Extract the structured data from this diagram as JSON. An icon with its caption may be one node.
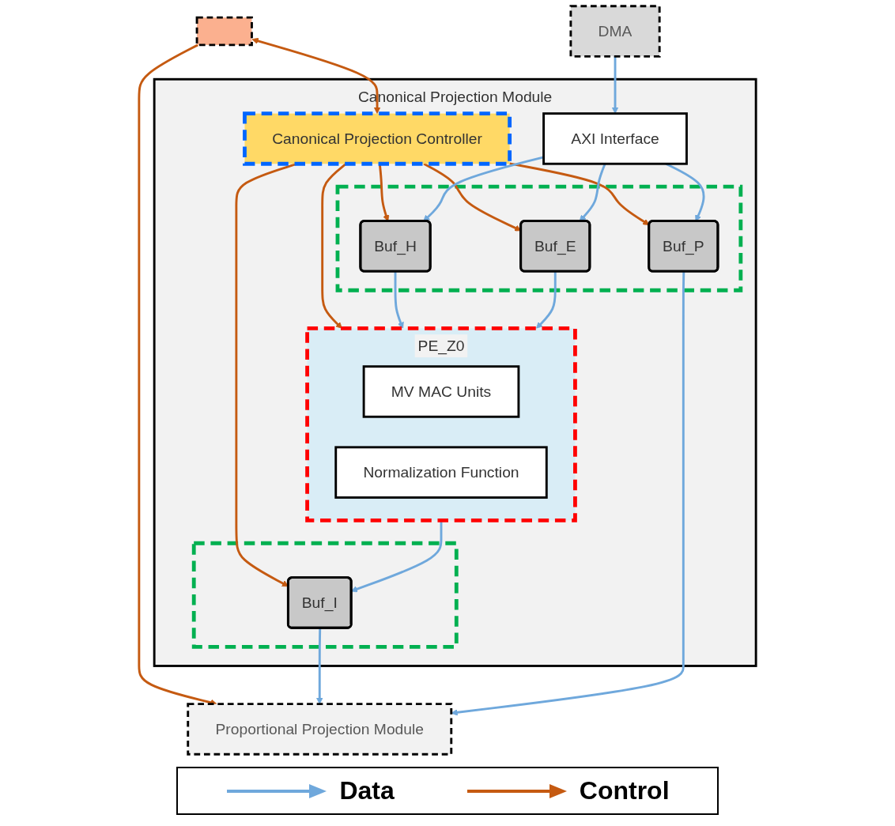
{
  "diagram": {
    "nodes": [
      {
        "text": [
          "DMA"
        ]
      },
      {
        "text": [],
        "shape": "box"
      },
      {
        "text": [
          "Proportional Projection Module"
        ]
      },
      {
        "text": [
          "Canonical Projection Module"
        ]
      },
      {
        "text": [
          "Canonical Projection Controller"
        ],
        "in": 3
      },
      {
        "text": [
          "AXI Interface"
        ],
        "in": 3
      },
      {
        "text": [],
        "shape": "box",
        "in": 3
      },
      {
        "text": [
          "Buf_H"
        ],
        "in": 6
      },
      {
        "text": [
          "Buf_E"
        ],
        "in": 6
      },
      {
        "text": [
          "Buf_P"
        ],
        "in": 6
      },
      {
        "text": [
          "PE_Z0"
        ],
        "in": 3
      },
      {
        "text": [
          "MV MAC Units"
        ],
        "in": 10
      },
      {
        "text": [
          "Normalization Function"
        ],
        "in": 10
      },
      {
        "text": [],
        "shape": "box",
        "in": 3
      },
      {
        "text": [
          "Buf_I"
        ],
        "in": 13
      }
    ],
    "edges": [
      {
        "from": 0,
        "to": 5,
        "arrow": "to"
      },
      {
        "from": 1,
        "to": 4,
        "arrow": "both",
        "color": "#c55a11"
      },
      {
        "from": 1,
        "to": 2,
        "arrow": "to",
        "color": "#c55a11"
      },
      {
        "from": 4,
        "to": 7,
        "arrow": "to",
        "color": "#c55a11"
      },
      {
        "from": 4,
        "to": 8,
        "arrow": "to",
        "color": "#c55a11"
      },
      {
        "from": 4,
        "to": 9,
        "arrow": "to",
        "color": "#c55a11"
      },
      {
        "from": 4,
        "to": 10,
        "arrow": "to",
        "color": "#c55a11"
      },
      {
        "from": 4,
        "to": 14,
        "arrow": "to",
        "color": "#c55a11"
      },
      {
        "from": 5,
        "to": 7,
        "arrow": "to"
      },
      {
        "from": 5,
        "to": 8,
        "arrow": "to"
      },
      {
        "from": 5,
        "to": 9,
        "arrow": "to"
      },
      {
        "from": 7,
        "to": 10,
        "arrow": "to"
      },
      {
        "from": 8,
        "to": 10,
        "arrow": "to"
      },
      {
        "from": 10,
        "to": 14,
        "arrow": "to"
      },
      {
        "from": 14,
        "to": 2,
        "arrow": "to"
      },
      {
        "from": 9,
        "to": 2,
        "arrow": "to"
      }
    ],
    "legend": [
      {
        "text": "Data"
      },
      {
        "text": "Control"
      }
    ]
  }
}
